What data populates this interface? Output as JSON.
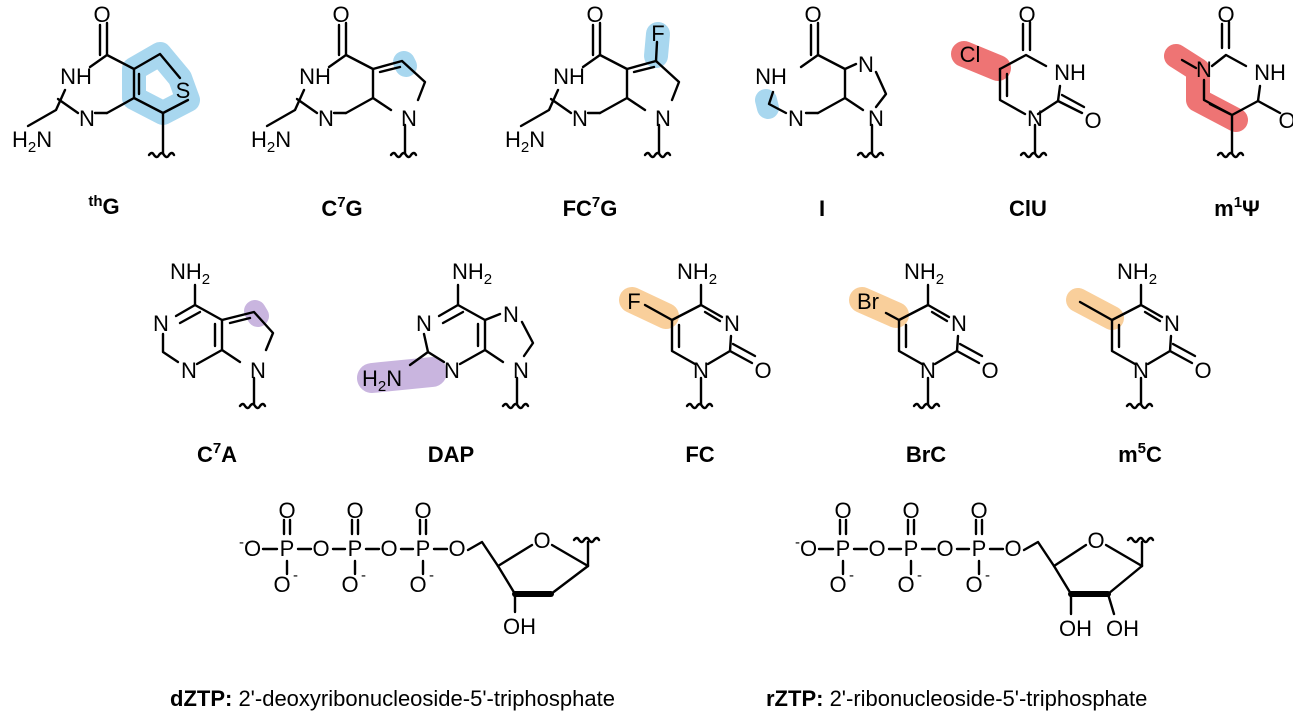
{
  "colors": {
    "blue": "#a8d7ef",
    "red": "#ee7474",
    "purple": "#c9b5df",
    "orange": "#f9cf9b"
  },
  "atoms": {
    "O": "O",
    "N": "N",
    "S": "S",
    "F": "F",
    "Cl": "Cl",
    "Br": "Br",
    "NH": "NH",
    "H2N_H": "H",
    "H2N_N": "N",
    "NH2_N": "NH",
    "two": "2",
    "P": "P",
    "OH": "OH",
    "neg": "-"
  },
  "compounds": {
    "thG": {
      "sup": "th",
      "base": "G"
    },
    "c7g": {
      "base": "C",
      "sup": "7",
      "tail": "G"
    },
    "fc7g": {
      "base": "FC",
      "sup": "7",
      "tail": "G"
    },
    "i": {
      "base": "I"
    },
    "clu": {
      "base": "ClU"
    },
    "m1psi": {
      "base": "m",
      "sup": "1",
      "tail": "Ψ"
    },
    "c7a": {
      "base": "C",
      "sup": "7",
      "tail": "A"
    },
    "dap": {
      "base": "DAP"
    },
    "fc": {
      "base": "FC"
    },
    "brc": {
      "base": "BrC"
    },
    "m5c": {
      "base": "m",
      "sup": "5",
      "tail": "C"
    }
  },
  "captions": {
    "dztp_bold": "dZTP:",
    "dztp_text": " 2'-deoxyribonucleoside-5'-triphosphate",
    "rztp_bold": "rZTP:",
    "rztp_text": " 2'-ribonucleoside-5'-triphosphate"
  }
}
